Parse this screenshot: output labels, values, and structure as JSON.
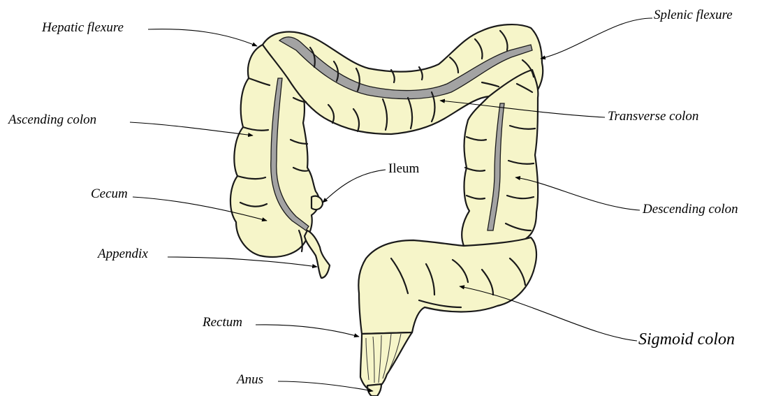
{
  "labels": {
    "hepatic_flexure": "Hepatic flexure",
    "splenic_flexure": "Splenic flexure",
    "ascending_colon": "Ascending colon",
    "transverse_colon": "Transverse colon",
    "ileum": "Ileum",
    "cecum": "Cecum",
    "descending_colon": "Descending colon",
    "appendix": "Appendix",
    "rectum": "Rectum",
    "sigmoid_colon": "Sigmoid colon",
    "anus": "Anus"
  },
  "colors": {
    "colon_fill": "#f6f5c9",
    "mesentery_fill": "#a3a3a3",
    "outline": "#1a1a1a"
  }
}
